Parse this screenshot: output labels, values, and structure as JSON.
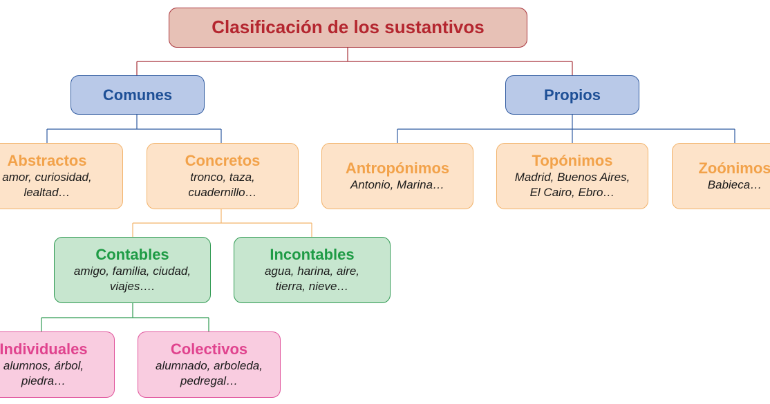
{
  "root": {
    "title": "Clasificación de los sustantivos"
  },
  "comunes": {
    "title": "Comunes",
    "abstractos": {
      "title": "Abstractos",
      "examples": [
        "amor, curiosidad,",
        "lealtad…"
      ]
    },
    "concretos": {
      "title": "Concretos",
      "examples": [
        "tronco, taza,",
        "cuadernillo…"
      ],
      "contables": {
        "title": "Contables",
        "examples": [
          "amigo, familia, ciudad,",
          "viajes…."
        ],
        "individuales": {
          "title": "Individuales",
          "examples": [
            "alumnos, árbol,",
            "piedra…"
          ]
        },
        "colectivos": {
          "title": "Colectivos",
          "examples": [
            "alumnado, arboleda,",
            "pedregal…"
          ]
        }
      },
      "incontables": {
        "title": "Incontables",
        "examples": [
          "agua, harina, aire,",
          "tierra, nieve…"
        ]
      }
    }
  },
  "propios": {
    "title": "Propios",
    "antroponimos": {
      "title": "Antropónimos",
      "examples": [
        "Antonio, Marina…"
      ]
    },
    "toponimos": {
      "title": "Topónimos",
      "examples": [
        "Madrid, Buenos Aires,",
        "El Cairo, Ebro…"
      ]
    },
    "zoonimos": {
      "title": "Zoónimos",
      "examples": [
        "Babieca…"
      ]
    }
  }
}
